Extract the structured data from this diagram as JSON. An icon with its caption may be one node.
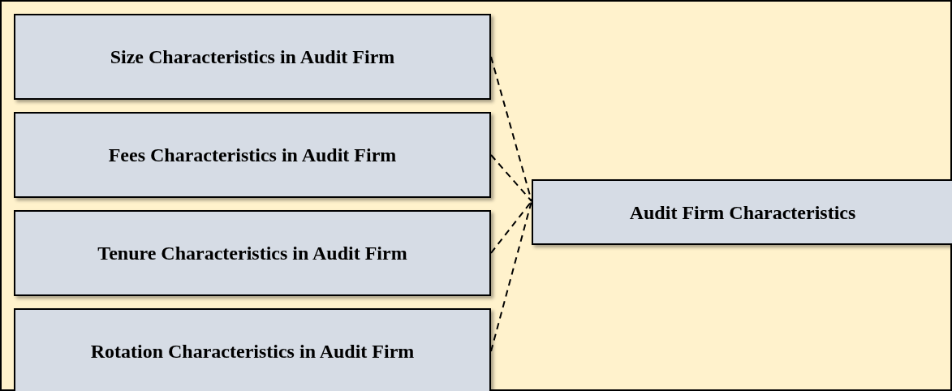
{
  "diagram": {
    "nodes": [
      {
        "text": [
          "Size Characteristics in Audit Firm"
        ]
      },
      {
        "text": [
          "Fees Characteristics in Audit Firm"
        ]
      },
      {
        "text": [
          "Tenure Characteristics in Audit Firm"
        ]
      },
      {
        "text": [
          "Rotation Characteristics in Audit Firm"
        ]
      },
      {
        "text": [
          "Audit Firm Characteristics"
        ]
      }
    ],
    "edges": [
      {
        "from": 0,
        "to": 4,
        "arrow": "none",
        "style": "dashed"
      },
      {
        "from": 1,
        "to": 4,
        "arrow": "none",
        "style": "dashed"
      },
      {
        "from": 2,
        "to": 4,
        "arrow": "none",
        "style": "dashed"
      },
      {
        "from": 3,
        "to": 4,
        "arrow": "none",
        "style": "dashed"
      }
    ]
  }
}
